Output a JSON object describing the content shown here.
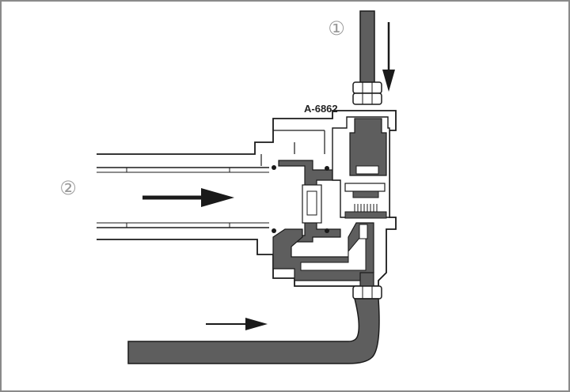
{
  "labels": {
    "part_number": "A-6862",
    "callout_1": "①",
    "callout_2": "②"
  },
  "colors": {
    "fill_dark": "#5e5e5e",
    "outline": "#1a1a1a",
    "frame": "#8a8a8a"
  }
}
